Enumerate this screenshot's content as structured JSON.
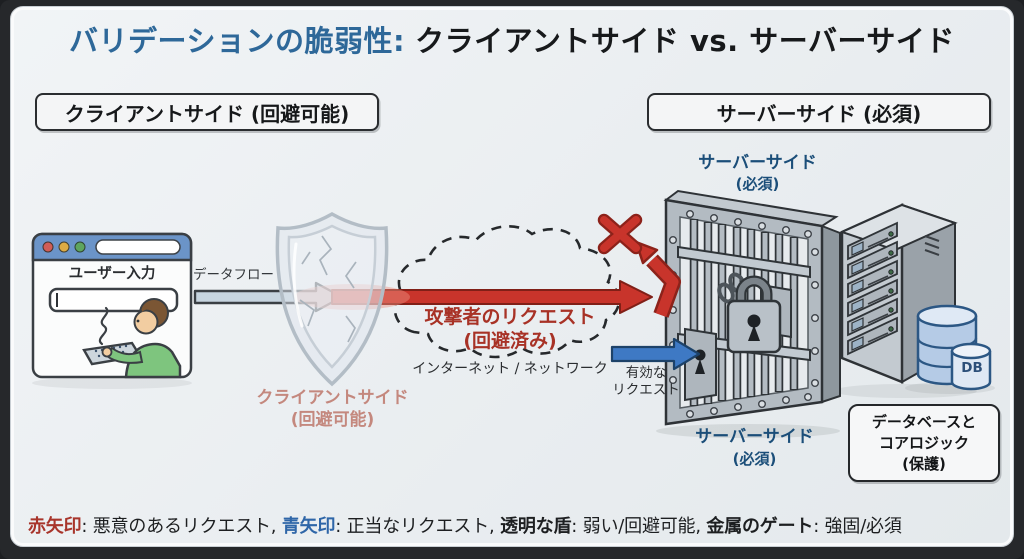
{
  "title": {
    "highlight": "バリデーションの脆弱性:",
    "rest": "クライアントサイド vs. サーバーサイド"
  },
  "headers": {
    "client": "クライアントサイド (回避可能)",
    "server": "サーバーサイド (必須)"
  },
  "browser": {
    "input_label": "ユーザー入力"
  },
  "labels": {
    "data_flow": "データフロー",
    "client_side_line1": "クライアントサイド",
    "client_side_line2": "(回避可能)",
    "attacker_line1": "攻撃者のリクエスト",
    "attacker_line2": "(回避済み)",
    "network": "インターネット / ネットワーク",
    "valid_line1": "有効な",
    "valid_line2": "リクエスト",
    "server_top_line1": "サーバーサイド",
    "server_top_line2": "(必須)",
    "server_bottom_line1": "サーバーサイド",
    "server_bottom_line2": "(必須)",
    "db": "DB",
    "protected_line1": "データベースと",
    "protected_line2": "コアロジック",
    "protected_line3": "(保護)"
  },
  "legend": {
    "red_term": "赤矢印",
    "red_desc": ": 悪意のあるリクエスト, ",
    "blue_term": "青矢印",
    "blue_desc": ": 正当なリクエスト, ",
    "shield_term": "透明な盾",
    "shield_desc": ": 弱い/回避可能, ",
    "gate_term": "金属のゲート",
    "gate_desc": ": 強固/必須"
  },
  "colors": {
    "accent_blue": "#2e6899",
    "malicious_red": "#c8342b",
    "valid_blue": "#3e79c4",
    "server_label_blue": "#1b4e79",
    "client_weak_pink": "#c4887e",
    "dark_red_text": "#a83226",
    "board_bg": "#eaeef0",
    "frame": "#26282b"
  }
}
